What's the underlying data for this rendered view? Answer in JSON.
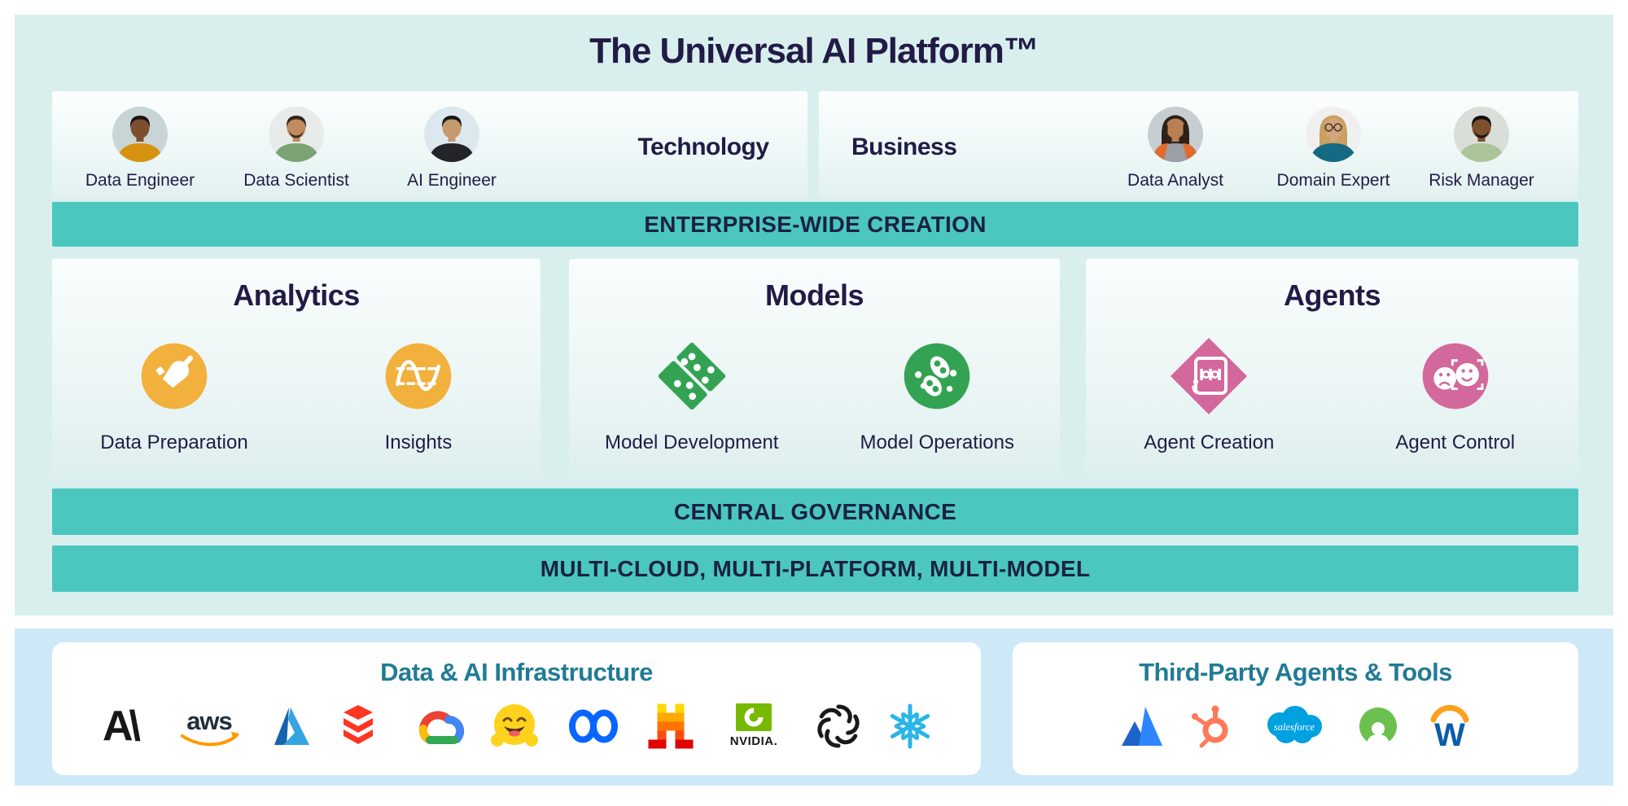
{
  "title": "The Universal AI Platform™",
  "groups": {
    "technology": {
      "label": "Technology",
      "personas": [
        {
          "label": "Data Engineer",
          "avatar": {
            "bg": "#c9d4d6",
            "skin": "#7d4f2e",
            "hair": "#1c1414",
            "shirt": "#d6930f",
            "hairstyle": "short",
            "beard": false,
            "glasses": false
          }
        },
        {
          "label": "Data Scientist",
          "avatar": {
            "bg": "#e7ebe9",
            "skin": "#c08c5f",
            "hair": "#33261c",
            "shirt": "#7ca372",
            "hairstyle": "short",
            "beard": true,
            "glasses": false
          }
        },
        {
          "label": "AI Engineer",
          "avatar": {
            "bg": "#dde7ee",
            "skin": "#c49a6c",
            "hair": "#171717",
            "shirt": "#23232a",
            "hairstyle": "short",
            "beard": false,
            "glasses": false
          }
        }
      ]
    },
    "business": {
      "label": "Business",
      "personas": [
        {
          "label": "Data Analyst",
          "avatar": {
            "bg": "#c7ced2",
            "skin": "#b97f52",
            "hair": "#2e2019",
            "shirt": "#9aa0a6",
            "jacket": "#e06b2d",
            "hairstyle": "long",
            "beard": false,
            "glasses": false
          }
        },
        {
          "label": "Domain Expert",
          "avatar": {
            "bg": "#efeff0",
            "skin": "#d5a67e",
            "hair": "#c8a05f",
            "shirt": "#136a82",
            "hairstyle": "long",
            "beard": false,
            "glasses": true
          }
        },
        {
          "label": "Risk Manager",
          "avatar": {
            "bg": "#d9ded8",
            "skin": "#7d4f2e",
            "hair": "#141110",
            "shirt": "#abc49a",
            "hairstyle": "short",
            "beard": true,
            "glasses": false
          }
        }
      ]
    }
  },
  "banners": {
    "creation": "ENTERPRISE-WIDE CREATION",
    "governance": "CENTRAL GOVERNANCE",
    "multi": "MULTI-CLOUD, MULTI-PLATFORM, MULTI-MODEL"
  },
  "capabilities": [
    {
      "title": "Analytics",
      "accent": "#f2b03c",
      "items": [
        {
          "label": "Data Preparation",
          "icon": "broom-icon"
        },
        {
          "label": "Insights",
          "icon": "trend-wave-icon"
        }
      ]
    },
    {
      "title": "Models",
      "accent": "#33a353",
      "items": [
        {
          "label": "Model Development",
          "icon": "domino-diamond-icon"
        },
        {
          "label": "Model Operations",
          "icon": "cells-icon"
        }
      ]
    },
    {
      "title": "Agents",
      "accent": "#d3689c",
      "items": [
        {
          "label": "Agent Creation",
          "icon": "agent-chip-icon"
        },
        {
          "label": "Agent Control",
          "icon": "faces-icon"
        }
      ]
    }
  ],
  "foundation": {
    "infrastructure": {
      "title": "Data & AI Infrastructure",
      "logos": [
        {
          "id": "anthropic",
          "name": "anthropic-logo",
          "wordmark": "A\\"
        },
        {
          "id": "aws",
          "name": "aws-logo",
          "wordmark": "aws"
        },
        {
          "id": "azure",
          "name": "microsoft-azure-logo"
        },
        {
          "id": "databricks",
          "name": "databricks-logo"
        },
        {
          "id": "googlecloud",
          "name": "google-cloud-logo"
        },
        {
          "id": "huggingface",
          "name": "hugging-face-logo"
        },
        {
          "id": "meta",
          "name": "meta-logo"
        },
        {
          "id": "mistral",
          "name": "mistral-ai-logo"
        },
        {
          "id": "nvidia",
          "name": "nvidia-logo",
          "wordmark": "NVIDIA."
        },
        {
          "id": "openai",
          "name": "openai-logo"
        },
        {
          "id": "snowflake",
          "name": "snowflake-logo"
        }
      ]
    },
    "tools": {
      "title": "Third-Party Agents & Tools",
      "logos": [
        {
          "id": "atlassian",
          "name": "atlassian-logo"
        },
        {
          "id": "hubspot",
          "name": "hubspot-logo"
        },
        {
          "id": "salesforce",
          "name": "salesforce-logo",
          "wordmark": "salesforce"
        },
        {
          "id": "servicenow",
          "name": "servicenow-logo"
        },
        {
          "id": "workday",
          "name": "workday-logo",
          "wordmark": "W"
        }
      ]
    }
  },
  "colors": {
    "panel_teal_bg": "#d9efee",
    "banner_teal": "#4bc7c0",
    "navy_text": "#221b46",
    "bottom_blue_bg": "#cde9f8",
    "bottom_heading_teal": "#217b96",
    "analytics_accent": "#f2b03c",
    "models_accent": "#33a353",
    "agents_accent": "#d3689c"
  }
}
